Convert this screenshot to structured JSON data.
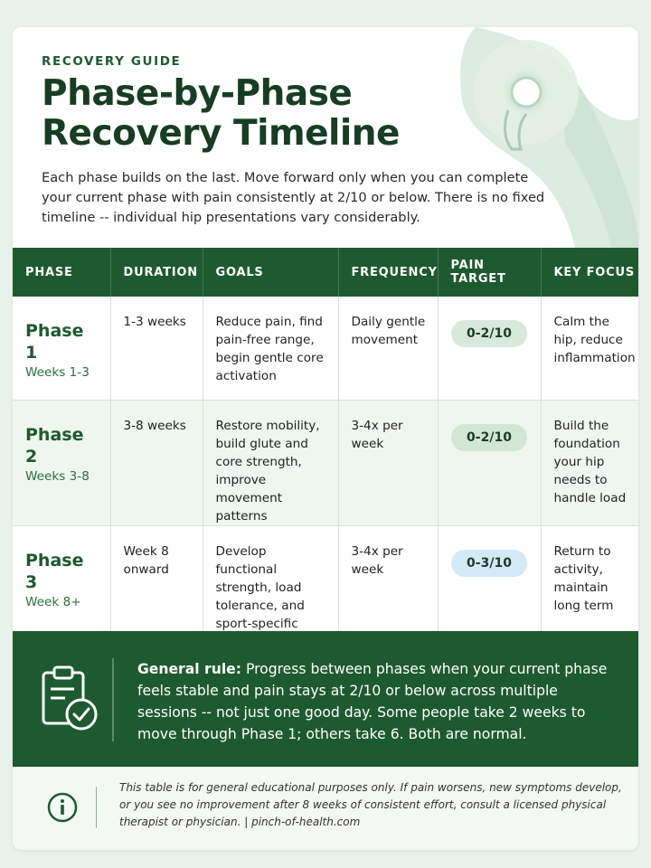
{
  "header": {
    "eyebrow": "RECOVERY GUIDE",
    "title_line1": "Phase-by-Phase",
    "title_line2": "Recovery Timeline",
    "intro": "Each phase builds on the last. Move forward only when you can complete your current phase with pain consistently at 2/10 or below. There is no fixed timeline -- individual hip presentations vary considerably."
  },
  "table": {
    "columns": [
      "PHASE",
      "DURATION",
      "GOALS",
      "FREQUENCY",
      "PAIN TARGET",
      "KEY FOCUS"
    ],
    "rows": [
      {
        "phase": "Phase 1",
        "weeks": "Weeks 1-3",
        "duration": "1-3 weeks",
        "goals": "Reduce pain, find pain-free range, begin gentle core activation",
        "frequency": "Daily gentle movement",
        "pain_target": "0-2/10",
        "pill_color": "#d7e9d9",
        "key_focus": "Calm the hip, reduce inflammation"
      },
      {
        "phase": "Phase 2",
        "weeks": "Weeks 3-8",
        "duration": "3-8 weeks",
        "goals": "Restore mobility, build glute and core strength, improve movement patterns",
        "frequency": "3-4x per week",
        "pain_target": "0-2/10",
        "pill_color": "#d2e6d4",
        "key_focus": "Build the foundation your hip needs to handle load"
      },
      {
        "phase": "Phase 3",
        "weeks": "Week 8+",
        "duration": "Week 8 onward",
        "goals": "Develop functional strength, load tolerance, and sport-specific capacity",
        "frequency": "3-4x per week",
        "pain_target": "0-3/10",
        "pill_color": "#d3e9f6",
        "key_focus": "Return to activity, maintain long term"
      }
    ]
  },
  "rule": {
    "icon": "clipboard-check-icon",
    "label": "General rule:",
    "text": " Progress between phases when your current phase feels stable and pain stays at 2/10 or below across multiple sessions -- not just one good day. Some people take 2 weeks to move through Phase 1; others take 6. Both are normal."
  },
  "disclaimer": {
    "icon": "info-icon",
    "text": "This table is for general educational purposes only. If pain worsens, new symptoms develop, or you see no improvement after 8 weeks of consistent effort, consult a licensed physical therapist or physician. | pinch-of-health.com"
  },
  "colors": {
    "brand_green": "#1e5a2f",
    "title_green": "#173d22",
    "row_alt": "#eff6ef"
  }
}
